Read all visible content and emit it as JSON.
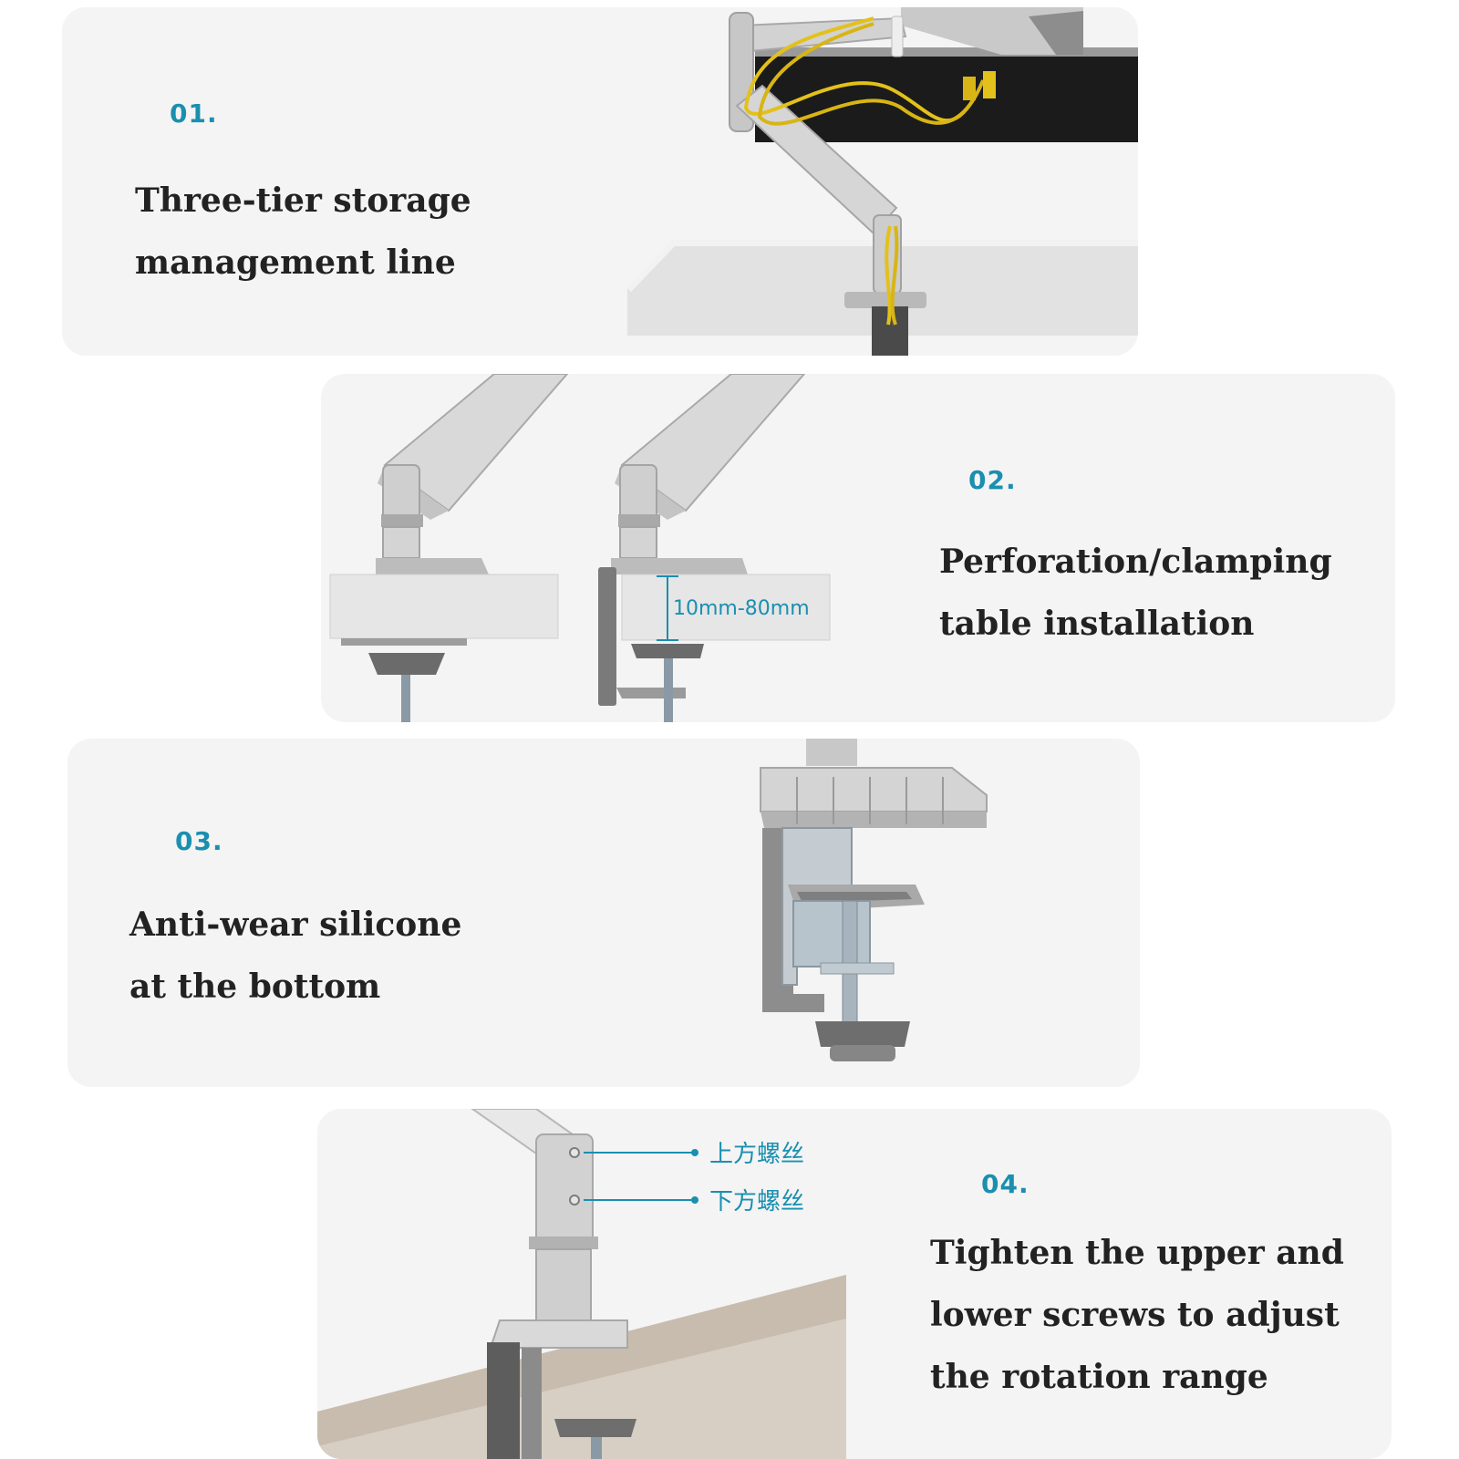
{
  "accent_color": "#1a8fb0",
  "features": [
    {
      "number": "01.",
      "lines": [
        "Three-tier storage",
        "management line"
      ]
    },
    {
      "number": "02.",
      "lines": [
        "Perforation/clamping",
        "table installation"
      ],
      "dimension_label": "10mm-80mm"
    },
    {
      "number": "03.",
      "lines": [
        "Anti-wear silicone",
        "at the bottom"
      ]
    },
    {
      "number": "04.",
      "lines": [
        "Tighten the upper and",
        "lower screws to adjust",
        "the rotation range"
      ],
      "callouts": [
        "上方螺丝",
        "下方螺丝"
      ]
    }
  ]
}
